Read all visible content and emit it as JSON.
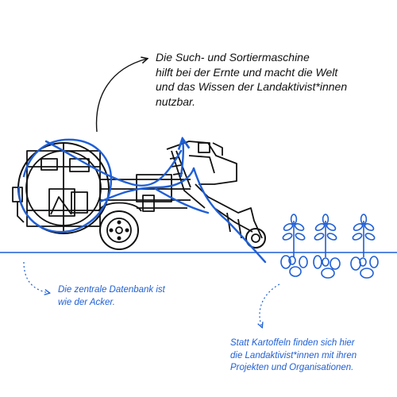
{
  "captions": {
    "machine": "Die Such- und Sortiermaschine\nhilft bei der Ernte und macht die Welt\nund das Wissen der Landaktivist*innen\nnutzbar.",
    "database": "Die zentrale Datenbank ist\nwie der Acker.",
    "potatoes": "Statt Kartoffeln finden sich hier\ndie Landaktivist*innen mit ihren\nProjekten und Organisationen."
  },
  "colors": {
    "ink": "#111111",
    "accent_blue": "#1f5fd6",
    "background": "#ffffff"
  },
  "icons": {
    "machine": "potato-harvester-illustration",
    "plants": "potato-plant-icon",
    "arrows": "curved-arrow-icon"
  }
}
